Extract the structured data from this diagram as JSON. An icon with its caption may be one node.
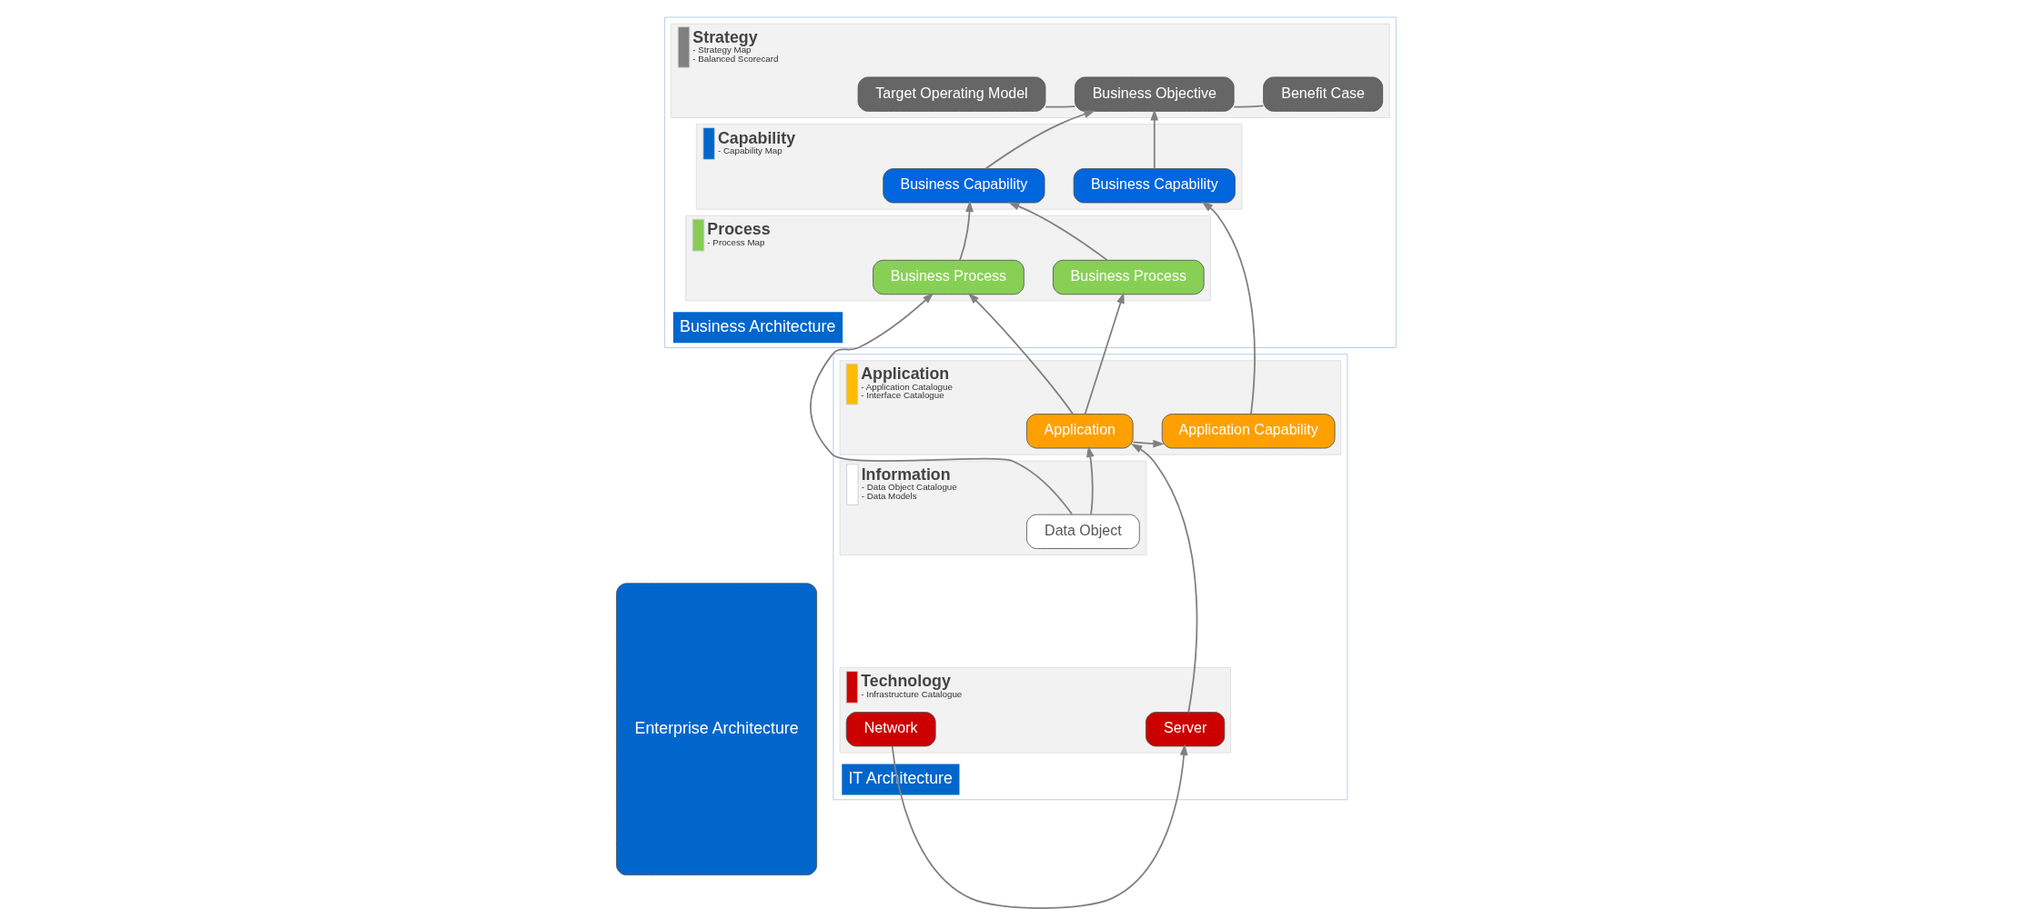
{
  "diagram": {
    "nodes": [
      {
        "text": [
          "Enterprise Architecture"
        ]
      },
      {
        "text": [
          "Business Architecture"
        ]
      },
      {
        "text": [
          "Strategy",
          "- Strategy Map",
          "- Balanced Scorecard"
        ],
        "in": 1
      },
      {
        "text": [
          "Target Operating Model"
        ],
        "in": 2
      },
      {
        "text": [
          "Business Objective"
        ],
        "in": 2
      },
      {
        "text": [
          "Benefit Case"
        ],
        "in": 2
      },
      {
        "text": [
          "Capability",
          "- Capability Map"
        ],
        "in": 1
      },
      {
        "text": [
          "Business Capability"
        ],
        "in": 6
      },
      {
        "text": [
          "Business Capability"
        ],
        "in": 6
      },
      {
        "text": [
          "Process",
          "- Process Map"
        ],
        "in": 1
      },
      {
        "text": [
          "Business Process"
        ],
        "in": 9
      },
      {
        "text": [
          "Business Process"
        ],
        "in": 9
      },
      {
        "text": [
          "IT Architecture"
        ]
      },
      {
        "text": [
          "Application",
          "- Application Catalogue",
          "- Interface Catalogue"
        ],
        "in": 12
      },
      {
        "text": [
          "Application"
        ],
        "in": 13
      },
      {
        "text": [
          "Application Capability"
        ],
        "in": 13
      },
      {
        "text": [
          "Information",
          "- Data Object Catalogue",
          "- Data Models"
        ],
        "in": 12
      },
      {
        "text": [
          "Data Object"
        ],
        "in": 16
      },
      {
        "text": [
          "Technology",
          "- Infrastructure Catalogue"
        ],
        "in": 12
      },
      {
        "text": [
          "Server"
        ],
        "in": 18
      },
      {
        "text": [
          "Network"
        ],
        "in": 18
      }
    ],
    "edges": [
      {
        "from": 3,
        "to": 4,
        "arrow": "none"
      },
      {
        "from": 4,
        "to": 5,
        "arrow": "none"
      },
      {
        "from": 7,
        "to": 4,
        "arrow": "to"
      },
      {
        "from": 8,
        "to": 4,
        "arrow": "to"
      },
      {
        "from": 10,
        "to": 7,
        "arrow": "to"
      },
      {
        "from": 11,
        "to": 7,
        "arrow": "to"
      },
      {
        "from": 14,
        "to": 10,
        "arrow": "to"
      },
      {
        "from": 14,
        "to": 11,
        "arrow": "to"
      },
      {
        "from": 14,
        "to": 15,
        "arrow": "to"
      },
      {
        "from": 15,
        "to": 8,
        "arrow": "to"
      },
      {
        "from": 17,
        "to": 10,
        "arrow": "to"
      },
      {
        "from": 17,
        "to": 14,
        "arrow": "to"
      },
      {
        "from": 19,
        "to": 14,
        "arrow": "to"
      },
      {
        "from": 20,
        "to": 19,
        "arrow": "to"
      }
    ]
  }
}
